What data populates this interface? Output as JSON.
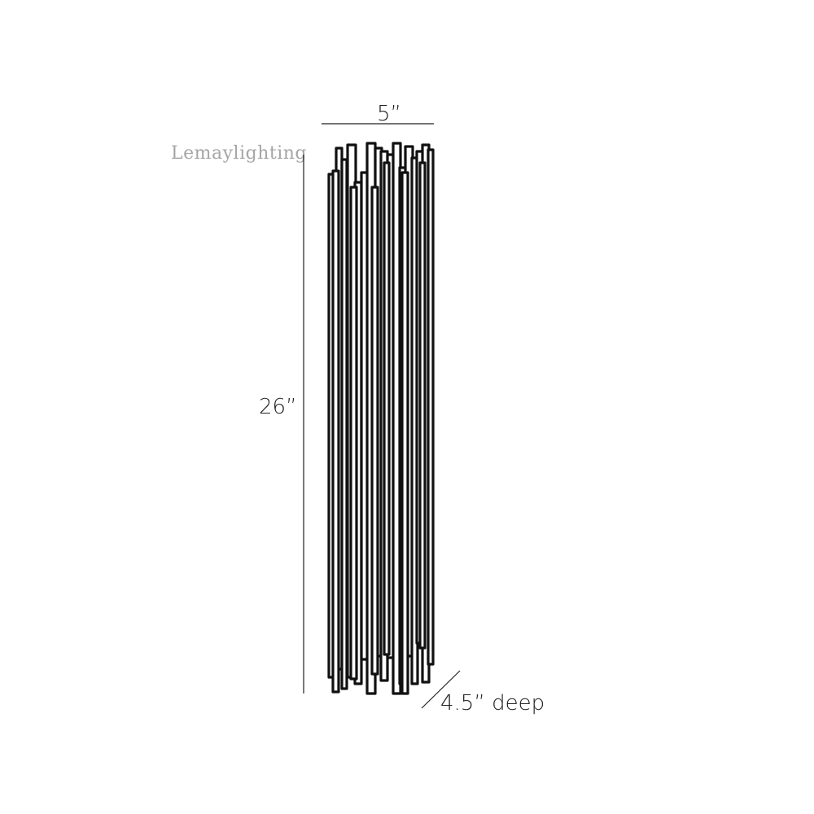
{
  "watermark": "Lemaylighting",
  "dimensions": {
    "width_label": "5”",
    "height_label": "26”",
    "depth_label": "4.5” deep"
  },
  "colors": {
    "background": "#ffffff",
    "line": "#111111",
    "watermark": "#a6a6a6"
  }
}
